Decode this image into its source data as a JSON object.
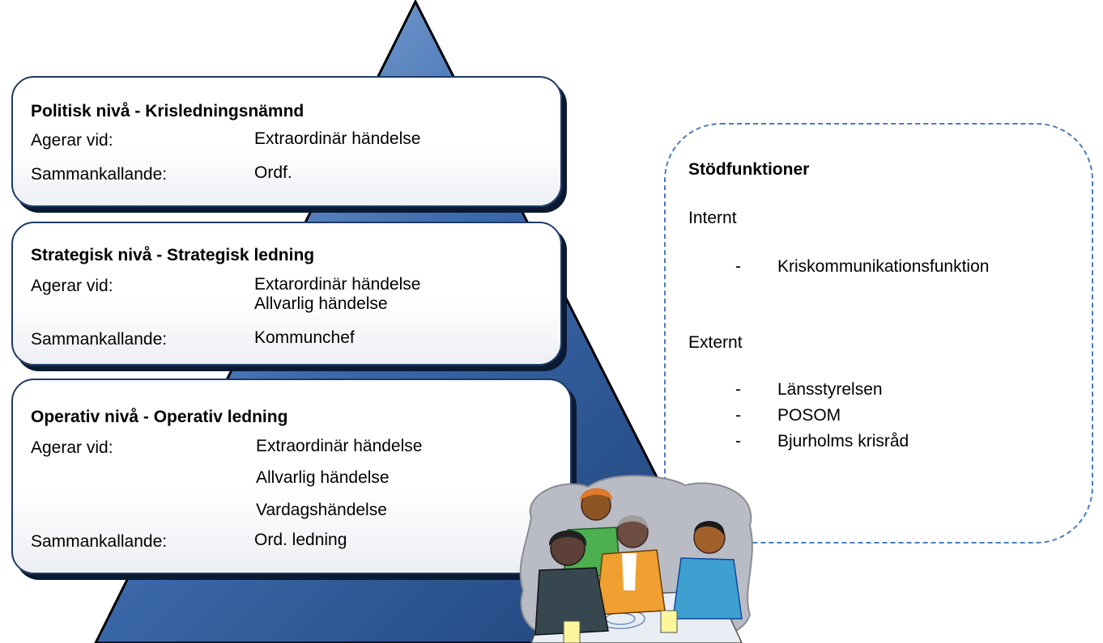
{
  "levels": [
    {
      "title": "Politisk nivå - Krisledningsnämnd",
      "acts_label": "Agerar vid:",
      "acts_values": [
        "Extraordinär händelse"
      ],
      "convener_label": "Sammankallande:",
      "convener_value": "Ordf."
    },
    {
      "title": "Strategisk nivå - Strategisk ledning",
      "acts_label": "Agerar vid:",
      "acts_values": [
        "Extarordinär händelse",
        "Allvarlig händelse"
      ],
      "convener_label": "Sammankallande:",
      "convener_value": "Kommunchef"
    },
    {
      "title": "Operativ nivå - Operativ ledning",
      "acts_label": "Agerar vid:",
      "acts_values": [
        "Extraordinär händelse",
        "Allvarlig händelse",
        "Vardagshändelse"
      ],
      "convener_label": "Sammankallande:",
      "convener_value": "Ord. ledning"
    }
  ],
  "support": {
    "title": "Stödfunktioner",
    "internal_heading": "Internt",
    "internal_items": [
      "Kriskommunikationsfunktion"
    ],
    "external_heading": "Externt",
    "external_items": [
      "Länsstyrelsen",
      "POSOM",
      "Bjurholms krisråd"
    ],
    "bullet": "-"
  },
  "colors": {
    "pyramid_fill": "#2f5c9c",
    "pyramid_highlight": "#8fb2e0",
    "box_border": "#1f3a66",
    "support_border": "#4a7bbf"
  },
  "clipart": "meeting-people-clipart"
}
